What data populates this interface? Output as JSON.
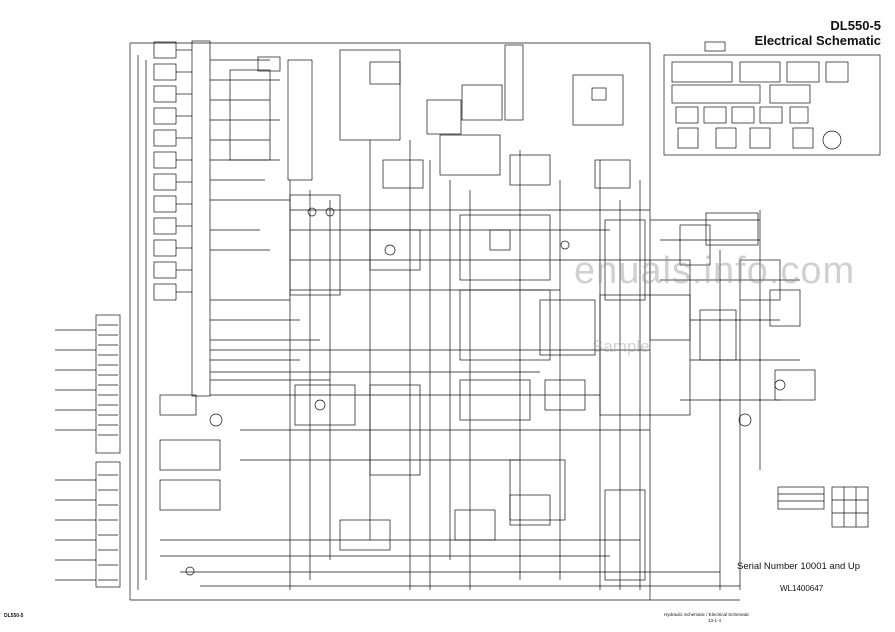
{
  "header": {
    "model": "DL550-5",
    "title": "Electrical Schematic"
  },
  "serial_note": "Serial Number 10001 and Up",
  "drawing_number": "WL1400647",
  "watermark": {
    "site": "enuals.info.com",
    "sample": "Sample"
  },
  "footer": {
    "left": "DL550-5",
    "right": "Hydraulic Schematic / Electrical Schematic",
    "right_page": "13-1-4"
  },
  "colors": {
    "ink": "#111111",
    "paper": "#ffffff"
  }
}
